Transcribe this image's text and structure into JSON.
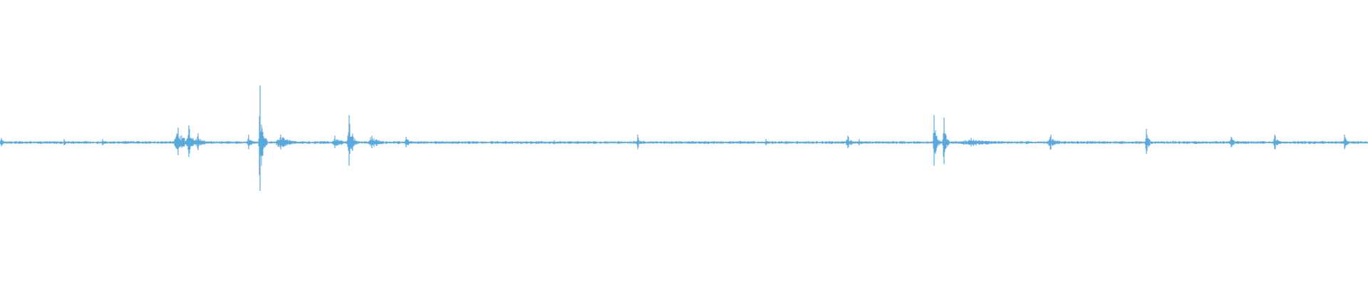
{
  "waveform": {
    "color": "#5ba8dd",
    "background": "#ffffff",
    "baseline_amplitude": 0.02,
    "duration_fraction_bursts": [
      {
        "t": 0.001,
        "amp": 0.08,
        "width": 0.004
      },
      {
        "t": 0.047,
        "amp": 0.06,
        "width": 0.004
      },
      {
        "t": 0.075,
        "amp": 0.06,
        "width": 0.006
      },
      {
        "t": 0.13,
        "amp": 0.26,
        "width": 0.012
      },
      {
        "t": 0.138,
        "amp": 0.3,
        "width": 0.008
      },
      {
        "t": 0.145,
        "amp": 0.16,
        "width": 0.008
      },
      {
        "t": 0.182,
        "amp": 0.14,
        "width": 0.006
      },
      {
        "t": 0.19,
        "amp": 1.0,
        "width": 0.004
      },
      {
        "t": 0.205,
        "amp": 0.14,
        "width": 0.016
      },
      {
        "t": 0.245,
        "amp": 0.12,
        "width": 0.012
      },
      {
        "t": 0.255,
        "amp": 0.48,
        "width": 0.006
      },
      {
        "t": 0.272,
        "amp": 0.12,
        "width": 0.014
      },
      {
        "t": 0.297,
        "amp": 0.1,
        "width": 0.006
      },
      {
        "t": 0.405,
        "amp": 0.04,
        "width": 0.008
      },
      {
        "t": 0.466,
        "amp": 0.14,
        "width": 0.004
      },
      {
        "t": 0.56,
        "amp": 0.06,
        "width": 0.004
      },
      {
        "t": 0.62,
        "amp": 0.12,
        "width": 0.008
      },
      {
        "t": 0.628,
        "amp": 0.06,
        "width": 0.008
      },
      {
        "t": 0.683,
        "amp": 0.48,
        "width": 0.004
      },
      {
        "t": 0.69,
        "amp": 0.44,
        "width": 0.004
      },
      {
        "t": 0.71,
        "amp": 0.08,
        "width": 0.04
      },
      {
        "t": 0.768,
        "amp": 0.14,
        "width": 0.01
      },
      {
        "t": 0.838,
        "amp": 0.24,
        "width": 0.004
      },
      {
        "t": 0.9,
        "amp": 0.1,
        "width": 0.006
      },
      {
        "t": 0.932,
        "amp": 0.14,
        "width": 0.006
      },
      {
        "t": 0.983,
        "amp": 0.14,
        "width": 0.004
      }
    ]
  }
}
